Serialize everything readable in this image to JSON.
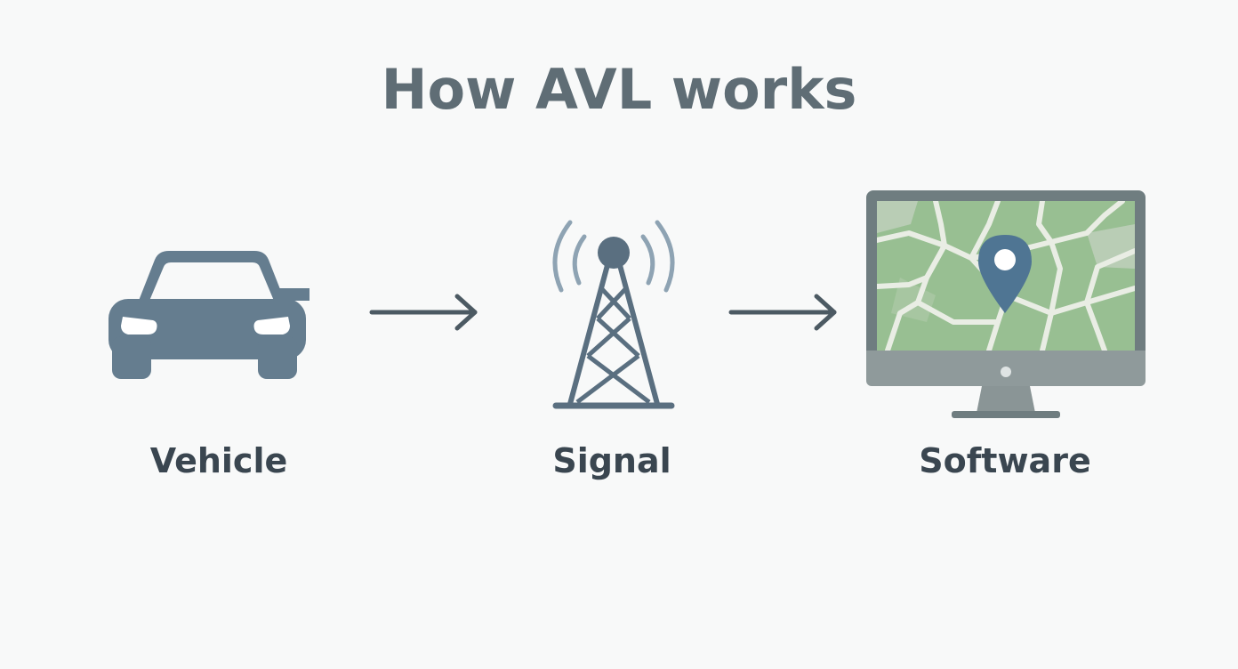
{
  "title": "How AVL works",
  "steps": [
    {
      "label": "Vehicle",
      "icon": "car-icon"
    },
    {
      "label": "Signal",
      "icon": "radio-tower-icon"
    },
    {
      "label": "Software",
      "icon": "monitor-map-icon"
    }
  ],
  "colors": {
    "icon": "#657d8f",
    "arrow": "#4c5a63",
    "text": "#3a4650",
    "title": "#5f6d75",
    "map_green": "#98bf92",
    "map_road": "#e9ede4",
    "pin": "#4f7593",
    "monitor_frame": "#6f7d80"
  }
}
